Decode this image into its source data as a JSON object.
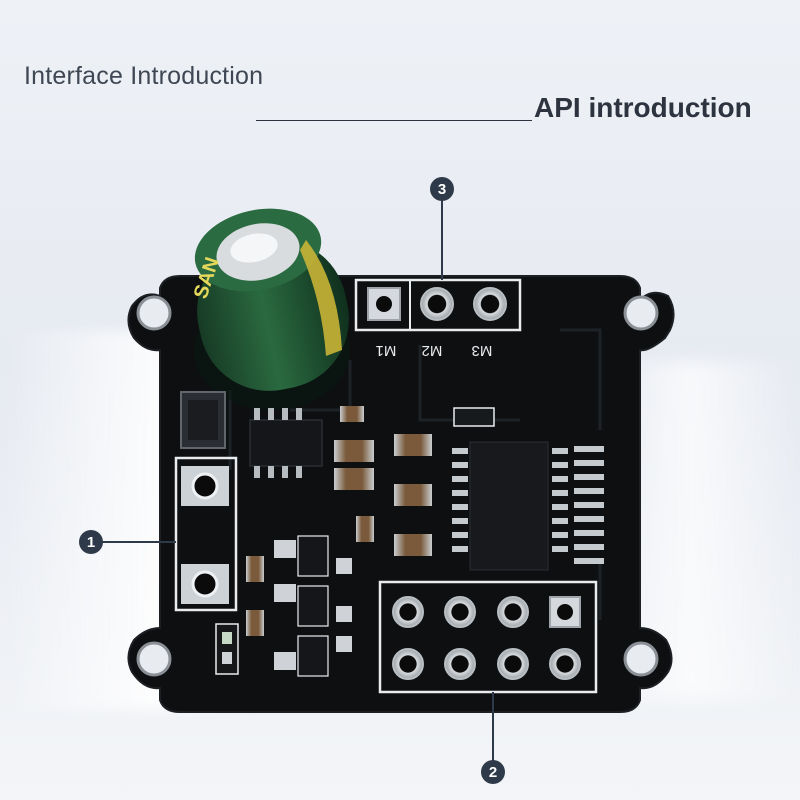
{
  "header": {
    "title": "Interface Introduction",
    "subtitle": "API introduction"
  },
  "callouts": [
    {
      "number": "1",
      "target": "power-terminal"
    },
    {
      "number": "2",
      "target": "control-header-2x4"
    },
    {
      "number": "3",
      "target": "motor-terminal"
    }
  ],
  "silkscreen": {
    "motor_labels": [
      "M1",
      "M2",
      "M3"
    ]
  },
  "capacitor": {
    "brand_text": "SAN"
  },
  "colors": {
    "pcb": "#0d0f11",
    "capacitor": "#1f4a2e",
    "callout_line": "#2e3a4a",
    "silkscreen": "#e9ecef"
  }
}
